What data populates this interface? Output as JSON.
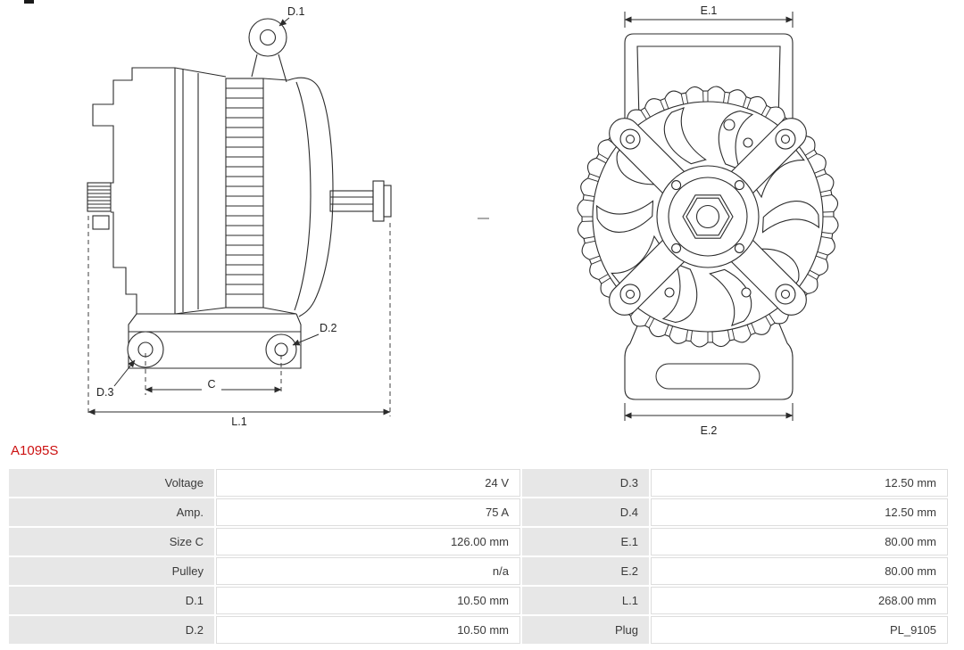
{
  "part_number": "A1095S",
  "colors": {
    "part_number_red": "#cc1111",
    "label_cell_bg": "#e7e7e7",
    "value_cell_border": "#dddddd",
    "drawing_line": "#2b2b2b"
  },
  "diagram": {
    "side_view_labels": {
      "d1": "D.1",
      "d2": "D.2",
      "d3": "D.3",
      "c": "C",
      "l1": "L.1"
    },
    "front_view_labels": {
      "e1": "E.1",
      "e2": "E.2"
    }
  },
  "specs": {
    "rows": [
      {
        "label_left": "Voltage",
        "value_left": "24 V",
        "label_right": "D.3",
        "value_right": "12.50 mm"
      },
      {
        "label_left": "Amp.",
        "value_left": "75 A",
        "label_right": "D.4",
        "value_right": "12.50 mm"
      },
      {
        "label_left": "Size C",
        "value_left": "126.00 mm",
        "label_right": "E.1",
        "value_right": "80.00 mm"
      },
      {
        "label_left": "Pulley",
        "value_left": "n/a",
        "label_right": "E.2",
        "value_right": "80.00 mm"
      },
      {
        "label_left": "D.1",
        "value_left": "10.50 mm",
        "label_right": "L.1",
        "value_right": "268.00 mm"
      },
      {
        "label_left": "D.2",
        "value_left": "10.50 mm",
        "label_right": "Plug",
        "value_right": "PL_9105"
      }
    ]
  }
}
